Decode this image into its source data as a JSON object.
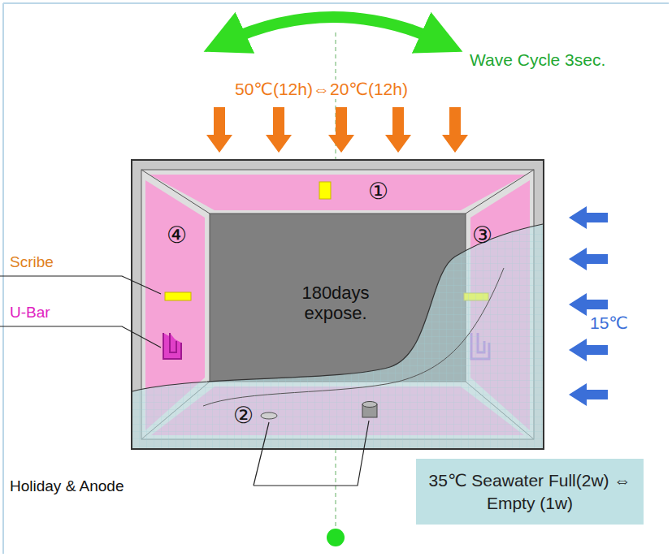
{
  "diagram": {
    "nodes": [
      {
        "text": [
          "35℃ Seawater Full(2w) ⇔ Empty (1w)"
        ]
      }
    ],
    "labels": [
      "Wave Cycle 3sec.",
      "50℃(12h)⇔20℃(12h)",
      "①",
      "④",
      "Scribe",
      "180days expose.",
      "③",
      "U-Bar",
      "15℃",
      "②",
      "Holiday & Anode"
    ]
  }
}
